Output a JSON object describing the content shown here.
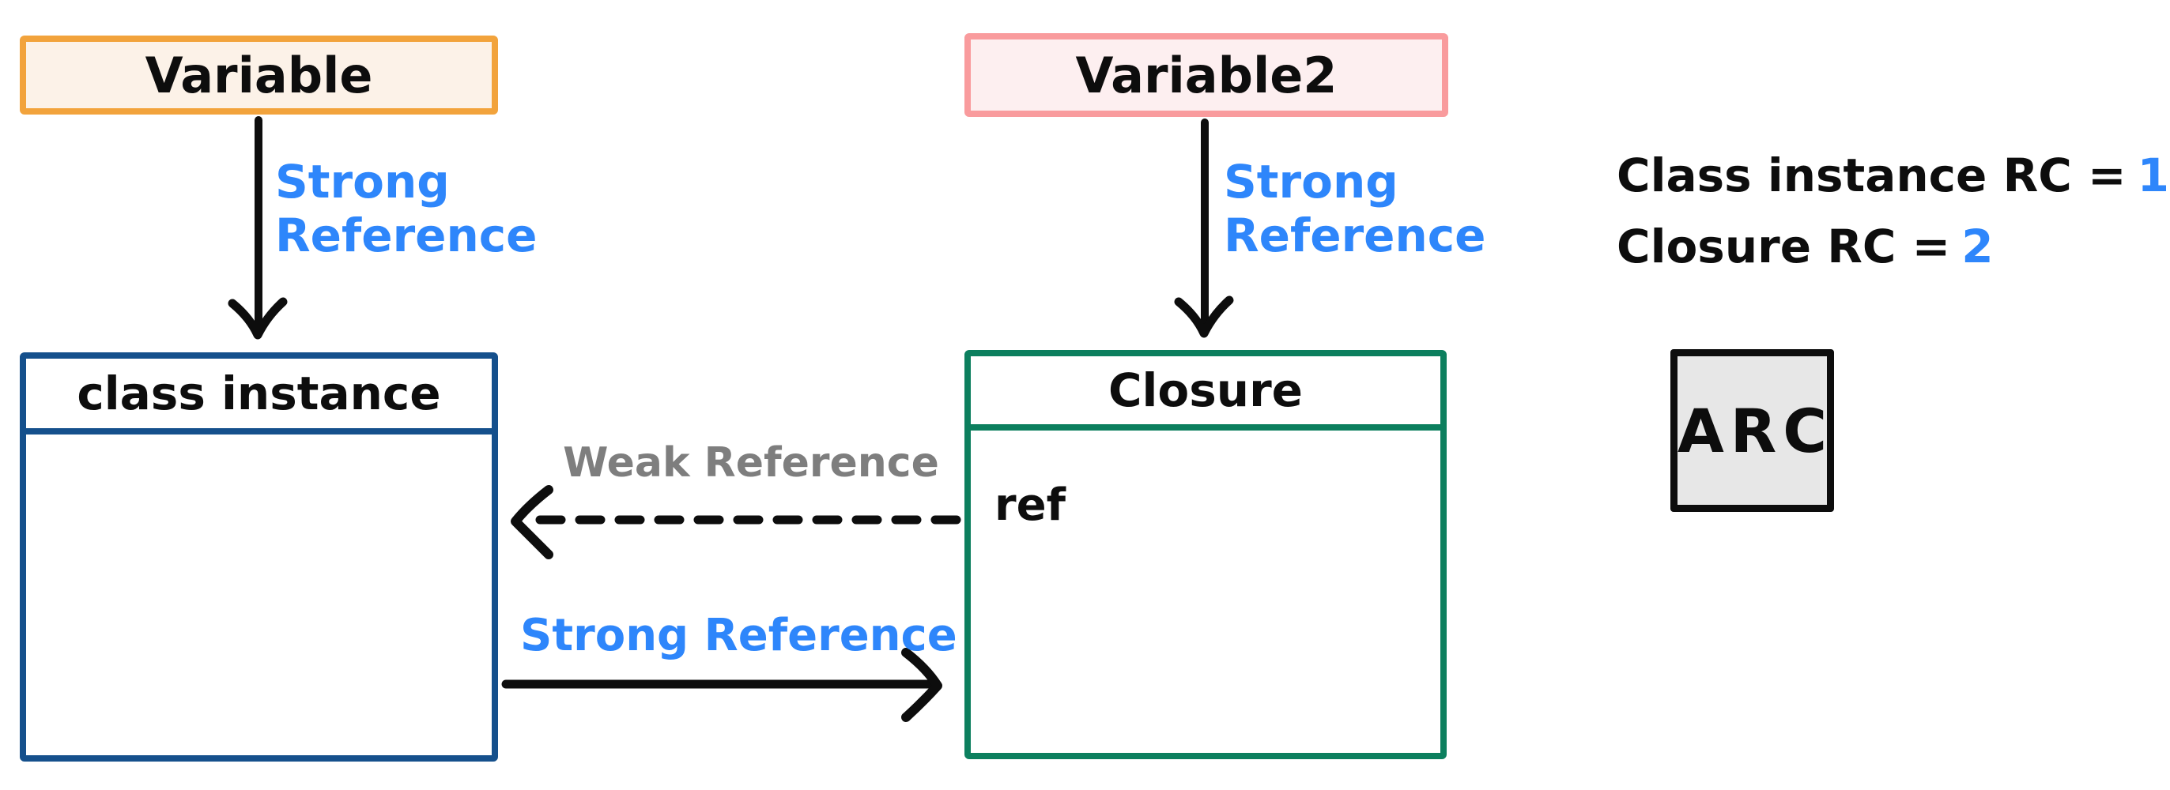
{
  "diagram": {
    "title_hint": "ARC strong/weak reference cycle diagram",
    "boxes": {
      "variable1": {
        "label": "Variable"
      },
      "variable2": {
        "label": "Variable2"
      },
      "class_instance": {
        "title": "class instance"
      },
      "closure": {
        "title": "Closure",
        "member": "ref"
      },
      "arc": {
        "label": "ARC"
      }
    },
    "edges": {
      "var1_to_class": {
        "type": "strong",
        "label_line1": "Strong",
        "label_line2": "Reference"
      },
      "var2_to_closure": {
        "type": "strong",
        "label_line1": "Strong",
        "label_line2": "Reference"
      },
      "closure_to_class": {
        "type": "weak",
        "label": "Weak Reference"
      },
      "class_to_closure": {
        "type": "strong",
        "label": "Strong Reference"
      }
    },
    "annotations": {
      "class_rc_label": "Class instance RC =",
      "class_rc_value": "1",
      "closure_rc_label": "Closure RC =",
      "closure_rc_value": "2"
    },
    "colors": {
      "orange_border": "#f2a33c",
      "orange_fill": "#fcf2e8",
      "pink_border": "#f99b9d",
      "pink_fill": "#fdeff0",
      "navy": "#15508c",
      "green": "#0c7f5e",
      "blue_label": "#2e86fb",
      "gray_label": "#7e7e7e",
      "arc_fill": "#e7e7e7",
      "ink": "#0d0d0d"
    }
  }
}
